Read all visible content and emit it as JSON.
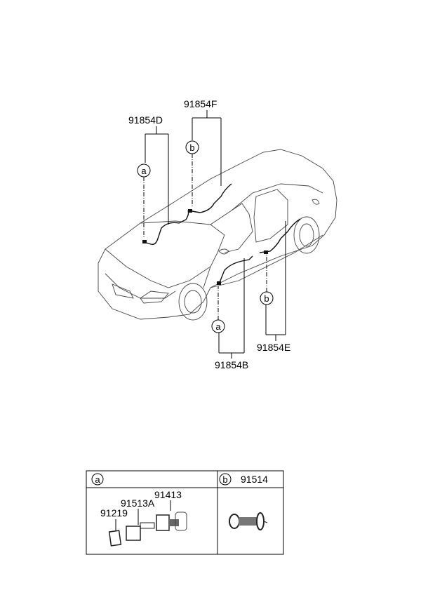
{
  "diagram": {
    "callouts": [
      {
        "part": "91854D",
        "ref": "a"
      },
      {
        "part": "91854F",
        "ref": "b"
      },
      {
        "part": "91854E",
        "ref": "b"
      },
      {
        "part": "91854B",
        "ref": "a"
      }
    ]
  },
  "legend_table": {
    "col_a": {
      "ref": "a",
      "parts": [
        "91219",
        "91513A",
        "91413"
      ]
    },
    "col_b": {
      "ref": "b",
      "part": "91514"
    }
  }
}
